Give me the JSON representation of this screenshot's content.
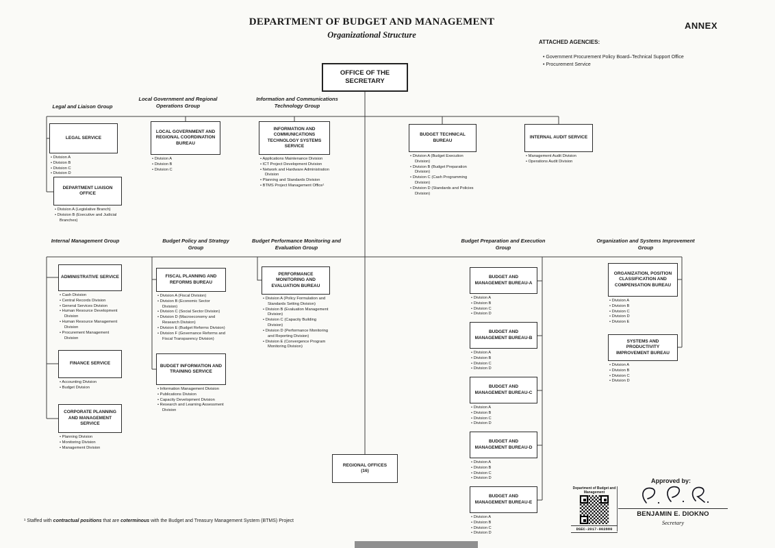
{
  "header": {
    "title": "DEPARTMENT OF BUDGET AND MANAGEMENT",
    "subtitle": "Organizational Structure",
    "annex_label": "ANNEX"
  },
  "attached_agencies": {
    "heading": "ATTACHED AGENCIES:",
    "items": [
      "Government Procurement Policy Board–Technical Support Office",
      "Procurement Service"
    ]
  },
  "secretary": {
    "title": "OFFICE OF THE SECRETARY"
  },
  "groups": {
    "legal_liaison": "Legal and Liaison Group",
    "lg_regional_ops": "Local Government and Regional Operations Group",
    "ict": "Information and Communications Technology Group",
    "internal_mgmt": "Internal Management Group",
    "budget_policy": "Budget Policy and Strategy Group",
    "budget_perf": "Budget Performance Monitoring and Evaluation Group",
    "budget_prep": "Budget Preparation and Execution Group",
    "org_systems": "Organization and Systems Improvement Group"
  },
  "units": {
    "legal_service": {
      "title": "LEGAL SERVICE",
      "divisions": [
        "Division A",
        "Division B",
        "Division C",
        "Division D"
      ]
    },
    "liaison_office": {
      "title": "DEPARTMENT LIAISON OFFICE",
      "divisions": [
        "Division A (Legislative Branch)",
        "Division B (Executive and Judicial Branches)"
      ]
    },
    "lgrcb": {
      "title": "LOCAL GOVERNMENT AND REGIONAL COORDINATION BUREAU",
      "divisions": [
        "Division A",
        "Division B",
        "Division C"
      ]
    },
    "ictss": {
      "title": "INFORMATION AND COMMUNICATIONS TECHNOLOGY SYSTEMS SERVICE",
      "divisions": [
        "Applications Maintenance Division",
        "ICT Project Development Division",
        "Network and Hardware Administration Division",
        "Planning and Standards Division",
        "BTMS Project Management Office¹"
      ]
    },
    "btb": {
      "title": "BUDGET TECHNICAL BUREAU",
      "divisions": [
        "Division A (Budget Execution Division)",
        "Division B (Budget Preparation Division)",
        "Division C (Cash Programming Division)",
        "Division D (Standards and Policies Division)"
      ]
    },
    "ias": {
      "title": "INTERNAL AUDIT SERVICE",
      "divisions": [
        "Management Audit Division",
        "Operations Audit Division"
      ]
    },
    "admin": {
      "title": "ADMINISTRATIVE SERVICE",
      "divisions": [
        "Cash Division",
        "Central Records Division",
        "General Services Division",
        "Human Resource Development Division",
        "Human Resource Management Division",
        "Procurement Management Division"
      ]
    },
    "finance": {
      "title": "FINANCE SERVICE",
      "divisions": [
        "Accounting Division",
        "Budget Division"
      ]
    },
    "corplan": {
      "title": "CORPORATE PLANNING AND MANAGEMENT SERVICE",
      "divisions": [
        "Planning Division",
        "Monitoring Division",
        "Management Division"
      ]
    },
    "fprb": {
      "title": "FISCAL PLANNING AND REFORMS BUREAU",
      "divisions": [
        "Division A (Fiscal Division)",
        "Division B (Economic Sector Division)",
        "Division C (Social Sector Division)",
        "Division D (Macroeconomy and Research Division)",
        "Division E (Budget Reforms Division)",
        "Division F (Governance Reforms and Fiscal Transparency Division)"
      ]
    },
    "bits": {
      "title": "BUDGET INFORMATION AND TRAINING SERVICE",
      "divisions": [
        "Information Management Division",
        "Publications Division",
        "Capacity Development Division",
        "Research and Learning Assessment Division"
      ]
    },
    "pmeb": {
      "title": "PERFORMANCE MONITORING AND EVALUATION BUREAU",
      "divisions": [
        "Division A (Policy Formulation and Standards Setting Division)",
        "Division B (Evaluation Management Division)",
        "Division C (Capacity Building Division)",
        "Division D (Performance Monitoring and Reporting Division)",
        "Division E (Convergence Program Monitoring Division)"
      ]
    },
    "bmb_a": {
      "title": "BUDGET AND MANAGEMENT BUREAU-A",
      "divisions": [
        "Division A",
        "Division B",
        "Division C",
        "Division D"
      ]
    },
    "bmb_b": {
      "title": "BUDGET AND MANAGEMENT BUREAU-B",
      "divisions": [
        "Division A",
        "Division B",
        "Division C",
        "Division D"
      ]
    },
    "bmb_c": {
      "title": "BUDGET AND MANAGEMENT BUREAU-C",
      "divisions": [
        "Division A",
        "Division B",
        "Division C",
        "Division D"
      ]
    },
    "bmb_d": {
      "title": "BUDGET AND MANAGEMENT BUREAU-D",
      "divisions": [
        "Division A",
        "Division B",
        "Division C",
        "Division D"
      ]
    },
    "bmb_e": {
      "title": "BUDGET AND MANAGEMENT BUREAU-E",
      "divisions": [
        "Division A",
        "Division B",
        "Division C",
        "Division D"
      ]
    },
    "opccb": {
      "title": "ORGANIZATION, POSITION CLASSIFICATION AND COMPENSATION BUREAU",
      "divisions": [
        "Division A",
        "Division B",
        "Division C",
        "Division D",
        "Division E"
      ]
    },
    "spib": {
      "title": "SYSTEMS AND PRODUCTIVITY IMPROVEMENT BUREAU",
      "divisions": [
        "Division A",
        "Division B",
        "Division C",
        "Division D"
      ]
    },
    "regional": {
      "title": "REGIONAL OFFICES",
      "count": "(16)"
    }
  },
  "footnote": {
    "parts": [
      "¹ Staffed with ",
      "contractual positions",
      " that are ",
      "coterminous",
      " with the Budget and Treasury Management System (BTMS) Project"
    ]
  },
  "approval": {
    "label": "Approved by:",
    "name": "BENJAMIN E. DIOKNO",
    "position": "Secretary"
  },
  "stamp": {
    "agency": "Department of Budget and Management",
    "code": "DSEC-2017-002880"
  }
}
